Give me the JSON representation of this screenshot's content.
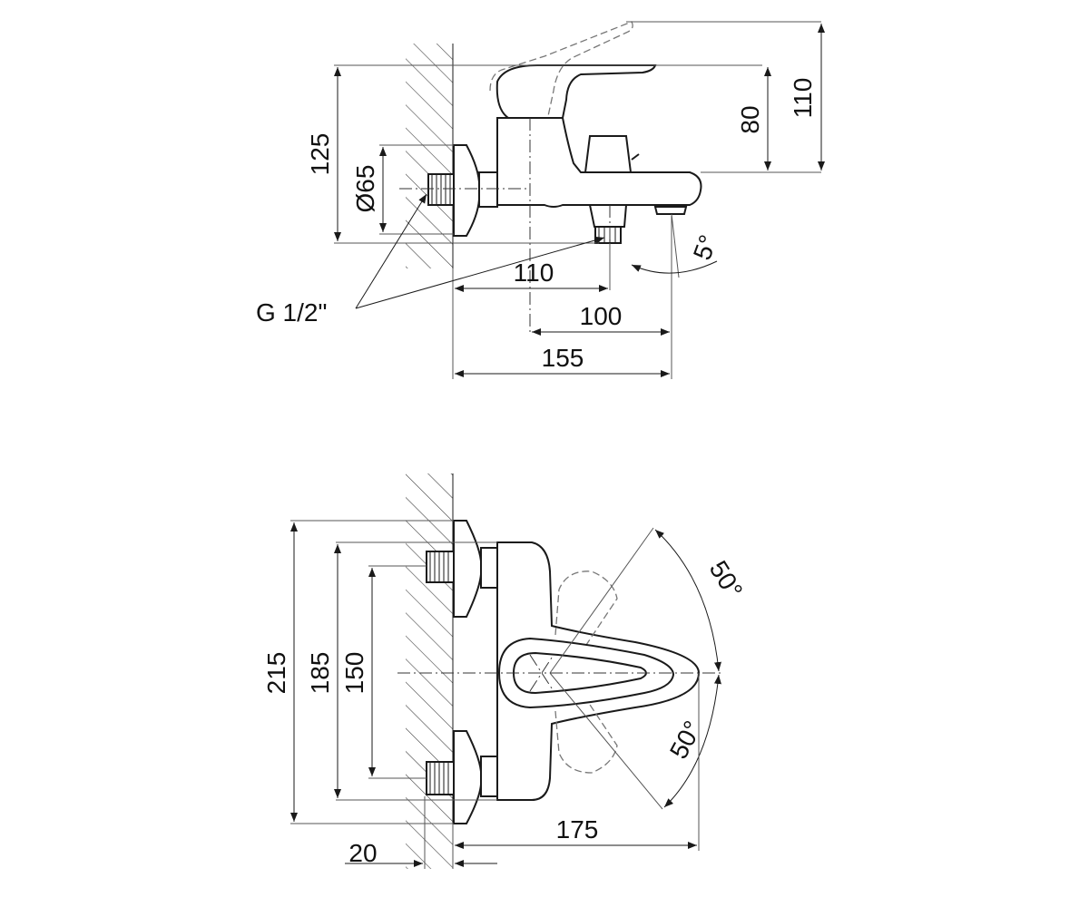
{
  "side_view": {
    "thread_label": "G 1/2\"",
    "dims": {
      "height_total": "110",
      "height_lever": "80",
      "height_body": "125",
      "flange_diameter": "Ø65",
      "spout_offset": "110",
      "spout_to_center": "100",
      "projection": "155",
      "spout_angle": "5°"
    }
  },
  "front_view": {
    "dims": {
      "height_outer": "215",
      "height_mid": "185",
      "inlet_spacing": "150",
      "wall_thickness": "20",
      "lever_reach": "175",
      "rotation_up": "50°",
      "rotation_down": "50°"
    }
  }
}
